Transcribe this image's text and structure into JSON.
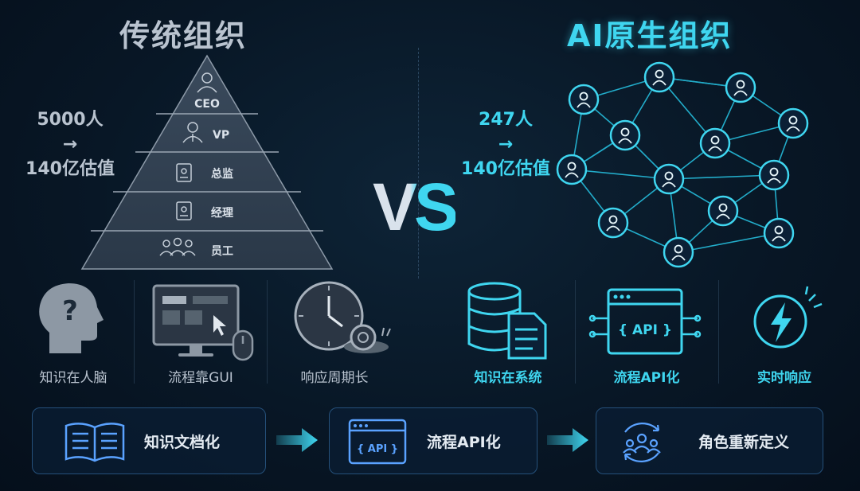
{
  "left": {
    "title": "传统组织",
    "stat_line1": "5000人",
    "stat_arrow": "→",
    "stat_line2": "140亿估值",
    "pyramid": [
      "CEO",
      "VP",
      "总监",
      "经理",
      "员工"
    ],
    "features": [
      {
        "label": "知识在人脑",
        "icon": "head-question-icon"
      },
      {
        "label": "流程靠GUI",
        "icon": "monitor-mouse-icon"
      },
      {
        "label": "响应周期长",
        "icon": "clock-snail-icon"
      }
    ]
  },
  "vs_label": "VS",
  "right": {
    "title": "AI原生组织",
    "stat_line1": "247人",
    "stat_arrow": "→",
    "stat_line2": "140亿估值",
    "features": [
      {
        "label": "知识在系统",
        "icon": "database-document-icon"
      },
      {
        "label": "流程API化",
        "icon": "api-window-icon"
      },
      {
        "label": "实时响应",
        "icon": "lightning-icon"
      }
    ],
    "api_text": "{ API }"
  },
  "steps": [
    {
      "label": "知识文档化",
      "icon": "open-book-icon"
    },
    {
      "label": "流程API化",
      "icon": "api-window-icon",
      "api_text": "{ API }"
    },
    {
      "label": "角色重新定义",
      "icon": "people-cycle-icon"
    }
  ],
  "colors": {
    "accent": "#3fd6f0",
    "neutral": "#b9c3cf",
    "background": "#081726"
  }
}
